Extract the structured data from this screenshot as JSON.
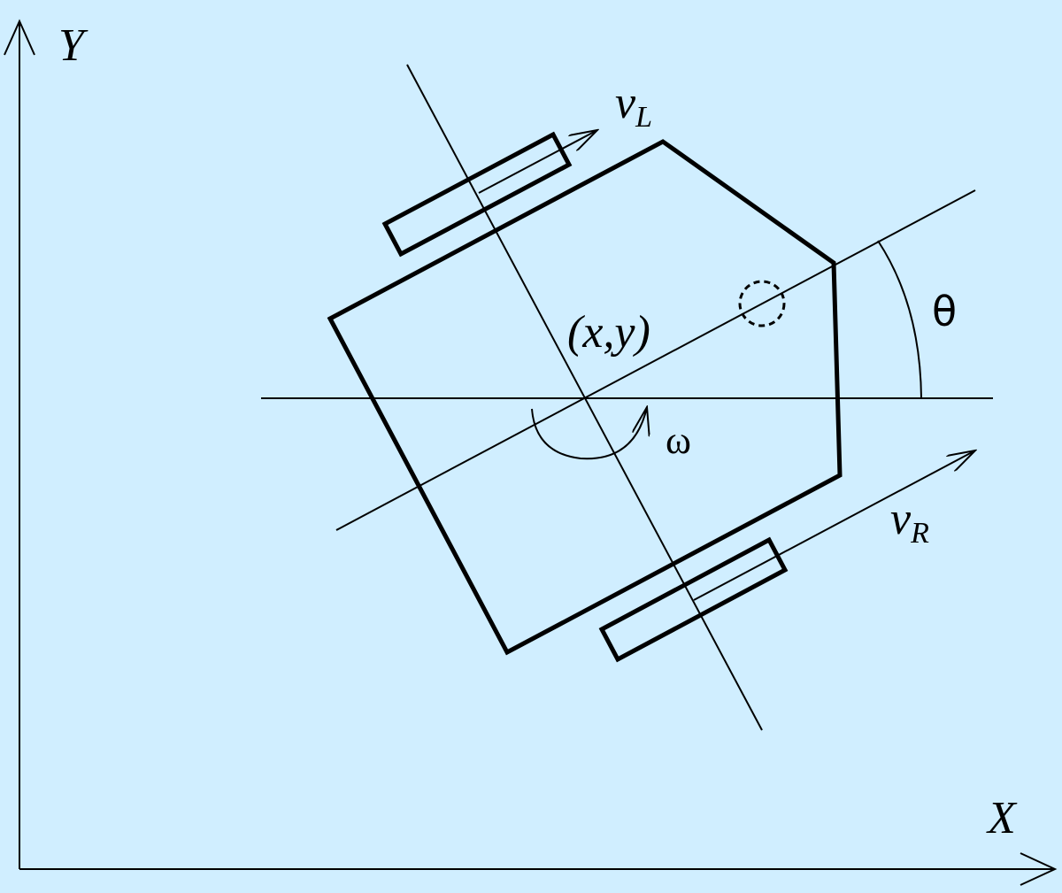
{
  "labels": {
    "y_axis": "Y",
    "x_axis": "X",
    "v_left_main": "v",
    "v_left_sub": "L",
    "v_right_main": "v",
    "v_right_sub": "R",
    "position": "(x,y)",
    "theta": "θ",
    "omega": "ω"
  },
  "colors": {
    "background": "#d0eeff",
    "stroke": "#000000"
  }
}
